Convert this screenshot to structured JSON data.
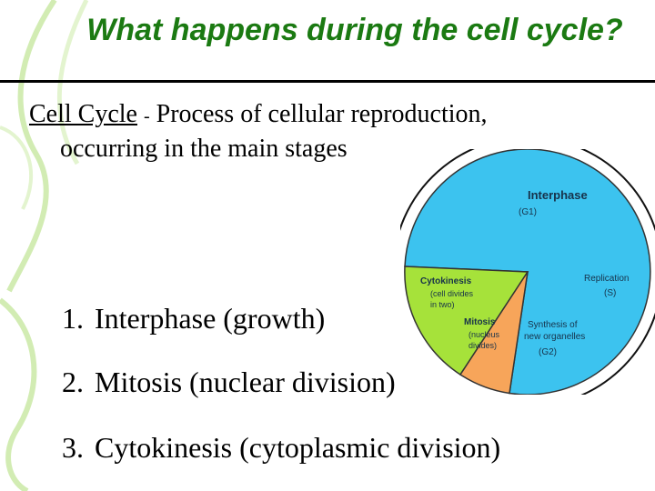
{
  "slide": {
    "title": "What happens during the cell cycle?",
    "definition": {
      "term": "Cell Cycle",
      "dash": "-",
      "text_line1": "Process of cellular reproduction,",
      "text_line2": "occurring in the main stages"
    },
    "stages": [
      {
        "number": "1.",
        "text": "Interphase (growth)"
      },
      {
        "number": "2.",
        "text": "Mitosis (nuclear division)"
      },
      {
        "number": "3.",
        "text": "Cytokinesis (cytoplasmic division)"
      }
    ]
  },
  "diagram": {
    "interphase_label": "Interphase",
    "g1_label": "(G1)",
    "replication_label": "Replication",
    "s_label": "(S)",
    "synthesis_line1": "Synthesis of",
    "synthesis_line2": "new organelles",
    "g2_label": "(G2)",
    "cytokinesis_label": "Cytokinesis",
    "cytokinesis_note1": "(cell divides",
    "cytokinesis_note2": "in two)",
    "mitosis_label": "Mitosis",
    "mitosis_note1": "(nucleus",
    "mitosis_note2": "divides)",
    "colors": {
      "interphase": "#3cc3ef",
      "cytokinesis": "#a6e23a",
      "mitosis": "#f7a55a",
      "title": "#1b7a12",
      "decoration": "#d2ecb3"
    }
  }
}
